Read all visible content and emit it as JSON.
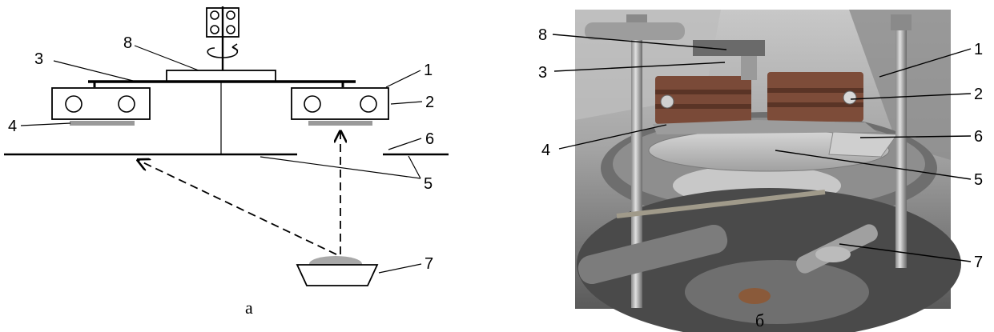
{
  "schematic": {
    "caption": "а",
    "labels": {
      "n1": "1",
      "n2": "2",
      "n3": "3",
      "n4": "4",
      "n5": "5",
      "n6": "6",
      "n7": "7",
      "n8": "8"
    }
  },
  "photo": {
    "caption": "б",
    "labels": {
      "n1": "1",
      "n2": "2",
      "n3": "3",
      "n4": "4",
      "n5": "5",
      "n6": "6",
      "n7": "7",
      "n8": "8"
    }
  }
}
